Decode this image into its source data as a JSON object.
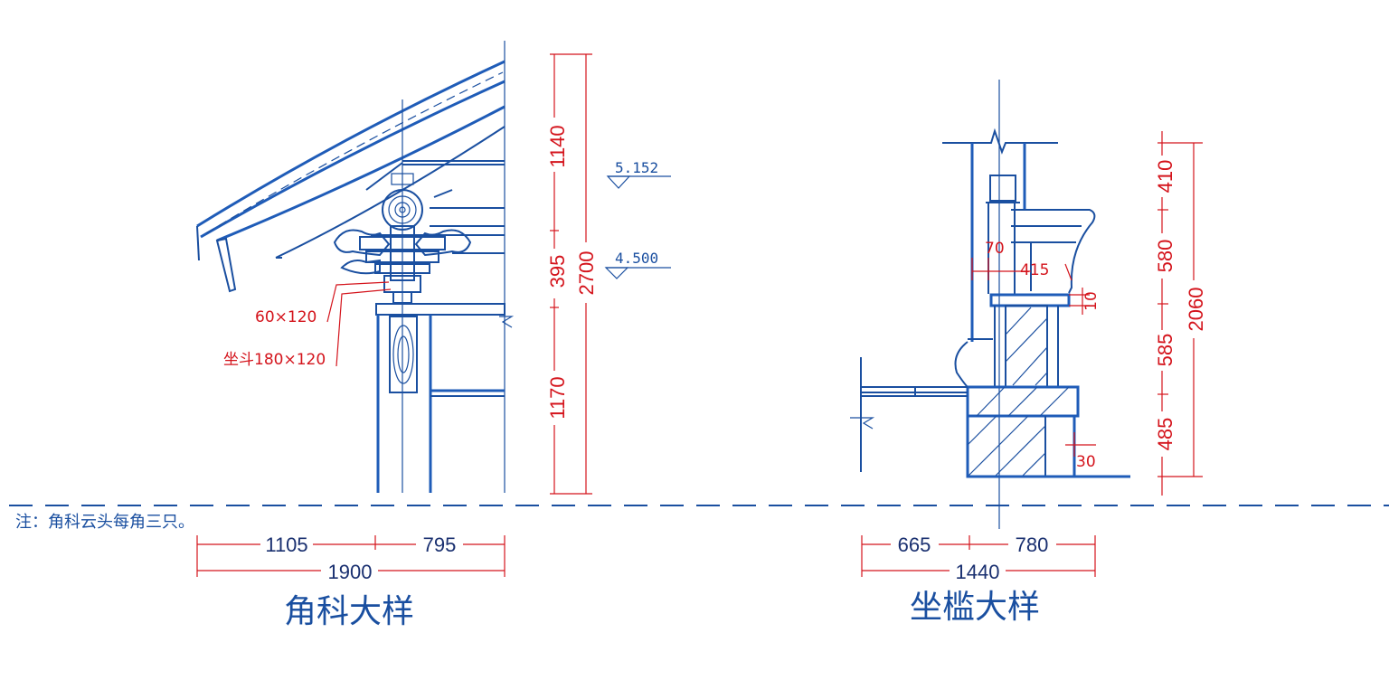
{
  "left_detail": {
    "title": "角科大样",
    "elevations": [
      "5.152",
      "4.500"
    ],
    "vertical_dims": [
      "1140",
      "395",
      "2700",
      "1170"
    ],
    "horizontal_dims": [
      "1105",
      "795",
      "1900"
    ],
    "labels": [
      "60×120",
      "坐斗180×120"
    ]
  },
  "right_detail": {
    "title": "坐槛大样",
    "inner_dims": [
      "70",
      "415",
      "10",
      "30"
    ],
    "vertical_dims": [
      "410",
      "580",
      "2060",
      "585",
      "485"
    ],
    "horizontal_dims": [
      "665",
      "780",
      "1440"
    ]
  },
  "note": "注：角科云头每角三只。",
  "colors": {
    "line": "#1a4fa0",
    "dimension": "#d4141c"
  }
}
